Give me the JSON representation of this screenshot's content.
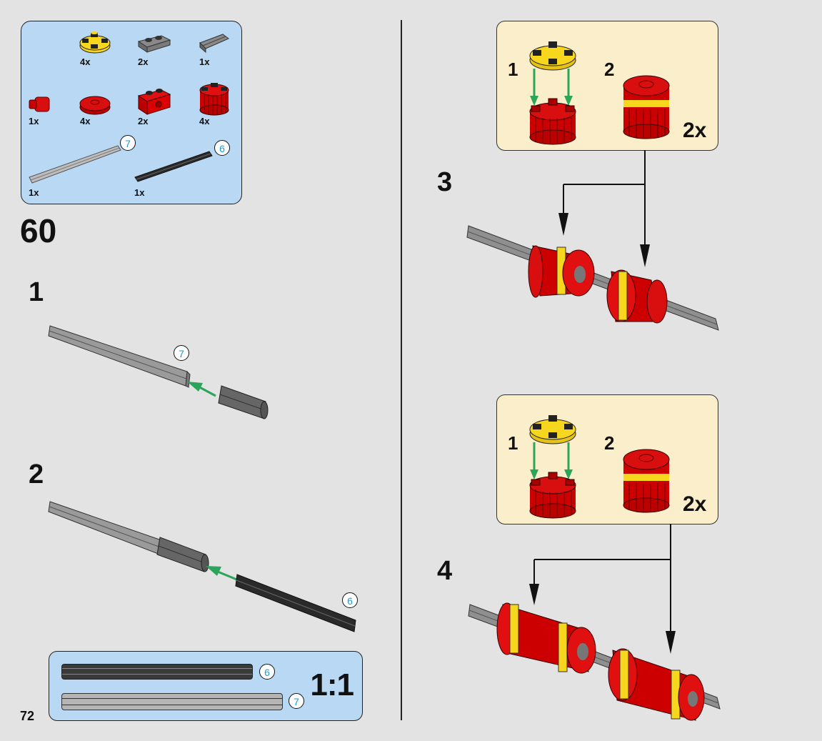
{
  "page": {
    "number": "72",
    "step_number": "60"
  },
  "parts_list": {
    "items": [
      {
        "name": "yellow-round-plate-2x2",
        "qty": "4x"
      },
      {
        "name": "gray-plate-1x2",
        "qty": "2x"
      },
      {
        "name": "gray-axle-connector",
        "qty": "1x"
      },
      {
        "name": "red-small-part",
        "qty": "1x"
      },
      {
        "name": "red-round-tile",
        "qty": "4x"
      },
      {
        "name": "red-brick-1x2-technic",
        "qty": "2x"
      },
      {
        "name": "red-round-brick-2x2",
        "qty": "4x"
      },
      {
        "name": "light-gray-axle-7",
        "qty": "1x",
        "callout": "7"
      },
      {
        "name": "black-axle-6",
        "qty": "1x",
        "callout": "6"
      }
    ]
  },
  "left_steps": [
    {
      "label": "1",
      "callout": "7"
    },
    {
      "label": "2",
      "callout": "6"
    }
  ],
  "right_steps": [
    {
      "label": "3",
      "sub": {
        "step1": "1",
        "step2": "2",
        "multiplier": "2x"
      }
    },
    {
      "label": "4",
      "sub": {
        "step1": "1",
        "step2": "2",
        "multiplier": "2x"
      }
    }
  ],
  "scale_reference": {
    "label": "1:1",
    "axles": [
      {
        "callout": "6",
        "color": "#3a3a3a"
      },
      {
        "callout": "7",
        "color": "#b5b5b5"
      }
    ]
  },
  "colors": {
    "parts_bg": "#b9d8f3",
    "sub_bg": "#fbeecb",
    "brick_red": "#d90f0f",
    "brick_yellow": "#f7d71e",
    "arrow_green": "#2aa55a",
    "callout_blue": "#1a9ad6"
  }
}
